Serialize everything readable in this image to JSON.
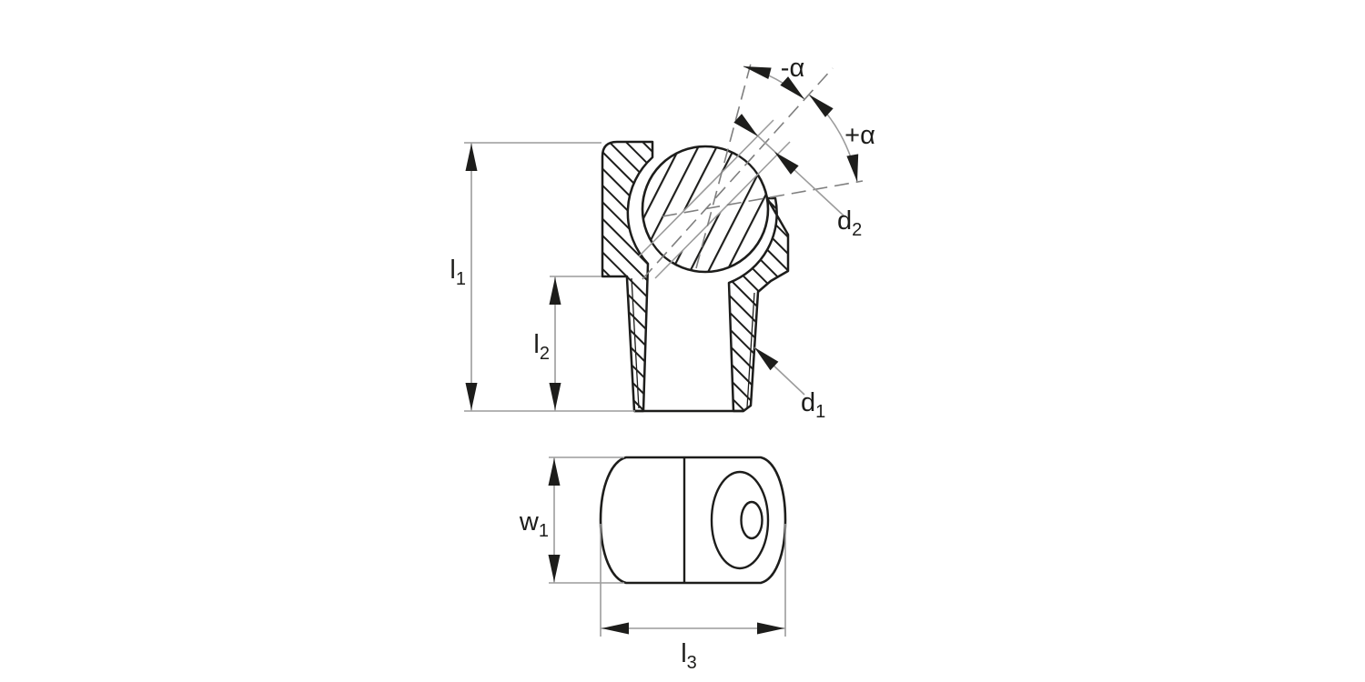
{
  "style": {
    "background": "#ffffff",
    "outline_color": "#1d1d1b",
    "dimension_line_color": "#9c9c9c",
    "dashed_line_color": "#7f7f7f",
    "arrow_color": "#1d1d1b"
  },
  "top_view": {
    "dim_labels": {
      "l1": {
        "base": "l",
        "sub": "1"
      },
      "l2": {
        "base": "l",
        "sub": "2"
      },
      "d1": {
        "base": "d",
        "sub": "1"
      },
      "d2": {
        "base": "d",
        "sub": "2"
      },
      "alpha_neg": "-α",
      "alpha_pos": "+α"
    }
  },
  "bottom_view": {
    "dim_labels": {
      "w1": {
        "base": "w",
        "sub": "1"
      },
      "l3": {
        "base": "l",
        "sub": "3"
      }
    }
  }
}
